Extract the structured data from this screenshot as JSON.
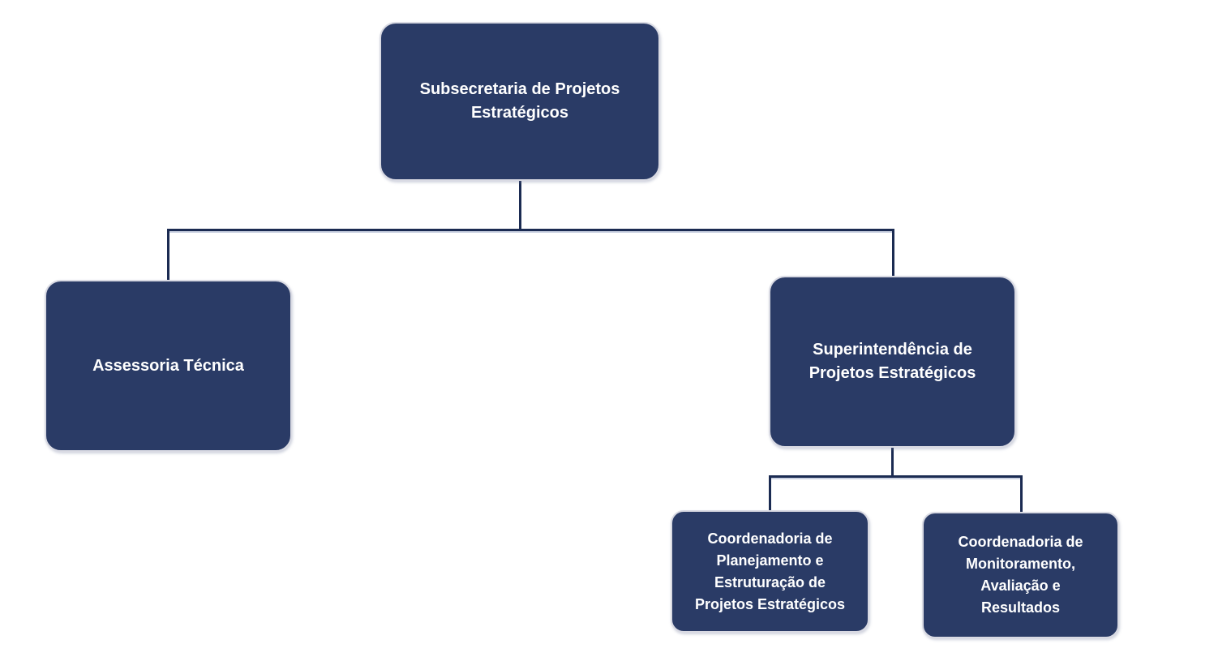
{
  "diagram": {
    "type": "org-chart",
    "nodes": [
      {
        "id": "subsecretaria",
        "label": "Subsecretaria de Projetos\nEstratégicos",
        "parent": null
      },
      {
        "id": "assessoria-tecnica",
        "label": "Assessoria Técnica",
        "parent": "subsecretaria"
      },
      {
        "id": "superintendencia",
        "label": "Superintendência de\nProjetos Estratégicos",
        "parent": "subsecretaria"
      },
      {
        "id": "coord-planejamento",
        "label": "Coordenadoria de\nPlanejamento e\nEstruturação de\nProjetos Estratégicos",
        "parent": "superintendencia"
      },
      {
        "id": "coord-monitoramento",
        "label": "Coordenadoria de\nMonitoramento,\nAvaliação e\nResultados",
        "parent": "superintendencia"
      }
    ]
  },
  "colors": {
    "node_fill": "#2A3B66",
    "node_border": "#D9DAE3",
    "connector": "#1B2B52",
    "text": "#FFFFFF",
    "background": "#FFFFFF"
  }
}
